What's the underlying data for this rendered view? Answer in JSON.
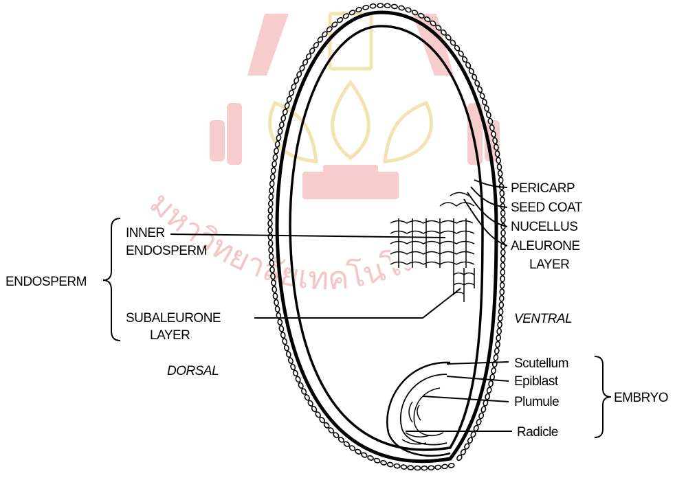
{
  "watermark": {
    "caption": "มหาวิทยาลัยเทคโนโลยีสุรนารี",
    "color": "#f3c7c7",
    "gold": "#f3e3b0"
  },
  "labels": {
    "pericarp": "PERICARP",
    "seed_coat": "SEED COAT",
    "nucellus": "NUCELLUS",
    "aleurone_1": "ALEURONE",
    "aleurone_2": "LAYER",
    "inner_1": "INNER",
    "inner_2": "ENDOSPERM",
    "endosperm": "ENDOSPERM",
    "subaleurone_1": "SUBALEURONE",
    "subaleurone_2": "LAYER",
    "ventral": "VENTRAL",
    "dorsal": "DORSAL",
    "scutellum": "Scutellum",
    "epiblast": "Epiblast",
    "plumule": "Plumule",
    "radicle": "Radicle",
    "embryo": "EMBRYO"
  }
}
